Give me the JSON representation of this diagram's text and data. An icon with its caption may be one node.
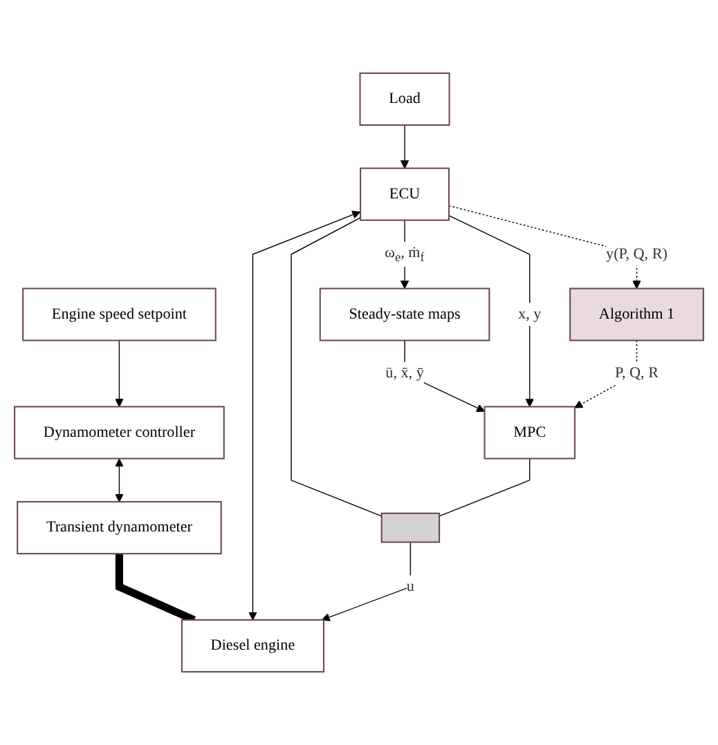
{
  "diagram": {
    "nodes": [
      {
        "text": [
          "Engine speed setpoint"
        ]
      },
      {
        "text": [
          "Dynamometer controller"
        ]
      },
      {
        "text": [
          "Transient dynamometer"
        ]
      },
      {
        "text": [
          "Load"
        ]
      },
      {
        "text": [
          "ECU"
        ]
      },
      {
        "text": [
          "Diesel engine"
        ]
      },
      {
        "text": [
          "Steady-state maps"
        ]
      },
      {
        "text": [
          "MPC"
        ]
      },
      {
        "text": [
          "Algorithm 1"
        ]
      },
      {
        "text": [],
        "shape": "box"
      }
    ],
    "edges": [
      {
        "from": 0,
        "to": 1,
        "arrow": "to"
      },
      {
        "from": 1,
        "to": 2,
        "arrow": "both"
      },
      {
        "from": 2,
        "to": 5,
        "arrow": "none",
        "style": "thick"
      },
      {
        "from": 3,
        "to": 4,
        "arrow": "to"
      },
      {
        "from": 4,
        "to": 5,
        "arrow": "both"
      },
      {
        "from": 4,
        "to": 6,
        "arrow": "to",
        "label": "ω$_{e}$, ṁ$_{f}$"
      },
      {
        "from": 6,
        "to": 7,
        "arrow": "to",
        "label": "ū, x̄, ȳ"
      },
      {
        "from": 4,
        "to": 7,
        "arrow": "to",
        "label": "x, y"
      },
      {
        "from": 4,
        "to": 9,
        "arrow": "none"
      },
      {
        "from": 7,
        "to": 9,
        "arrow": "none"
      },
      {
        "from": 9,
        "to": 5,
        "arrow": "to",
        "label": "u"
      },
      {
        "from": 4,
        "to": 8,
        "arrow": "to",
        "label": "y(P, Q, R)",
        "style": "dashed"
      },
      {
        "from": 8,
        "to": 7,
        "arrow": "to",
        "label": "P, Q, R",
        "style": "dashed"
      }
    ]
  }
}
